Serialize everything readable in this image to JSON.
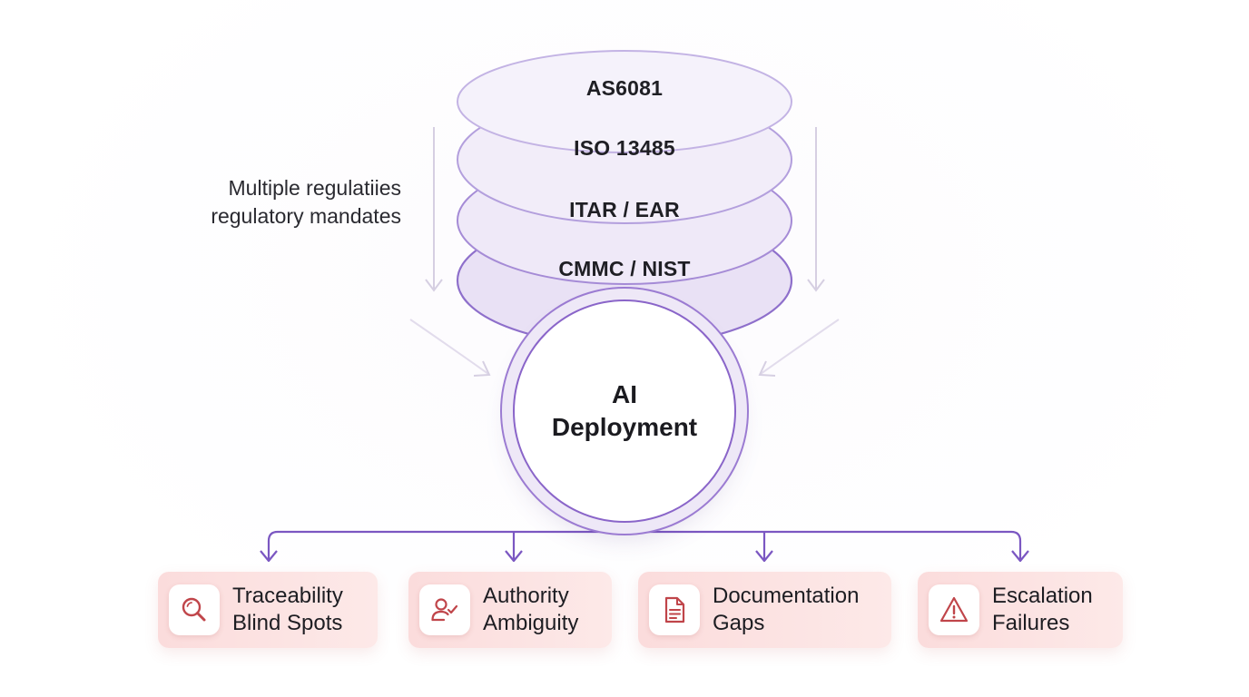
{
  "side_note": {
    "line1": "Multiple regulatiies",
    "line2": "regulatory mandates"
  },
  "layers": [
    {
      "label": "AS6081"
    },
    {
      "label": "ISO 13485"
    },
    {
      "label": "ITAR / EAR"
    },
    {
      "label": "CMMC / NIST"
    }
  ],
  "core": {
    "line1": "AI",
    "line2": "Deployment"
  },
  "issues": [
    {
      "icon": "magnifier-icon",
      "line1": "Traceability",
      "line2": "Blind Spots"
    },
    {
      "icon": "user-check-icon",
      "line1": "Authority",
      "line2": "Ambiguity"
    },
    {
      "icon": "document-icon",
      "line1": "Documentation",
      "line2": "Gaps"
    },
    {
      "icon": "warning-triangle-icon",
      "line1": "Escalation",
      "line2": "Failures"
    }
  ],
  "colors": {
    "accent_purple": "#7b57c2",
    "layer_fill": "#f1ecf9",
    "issue_red": "#c0454a",
    "issue_card_bg": "#fbdcdc"
  }
}
